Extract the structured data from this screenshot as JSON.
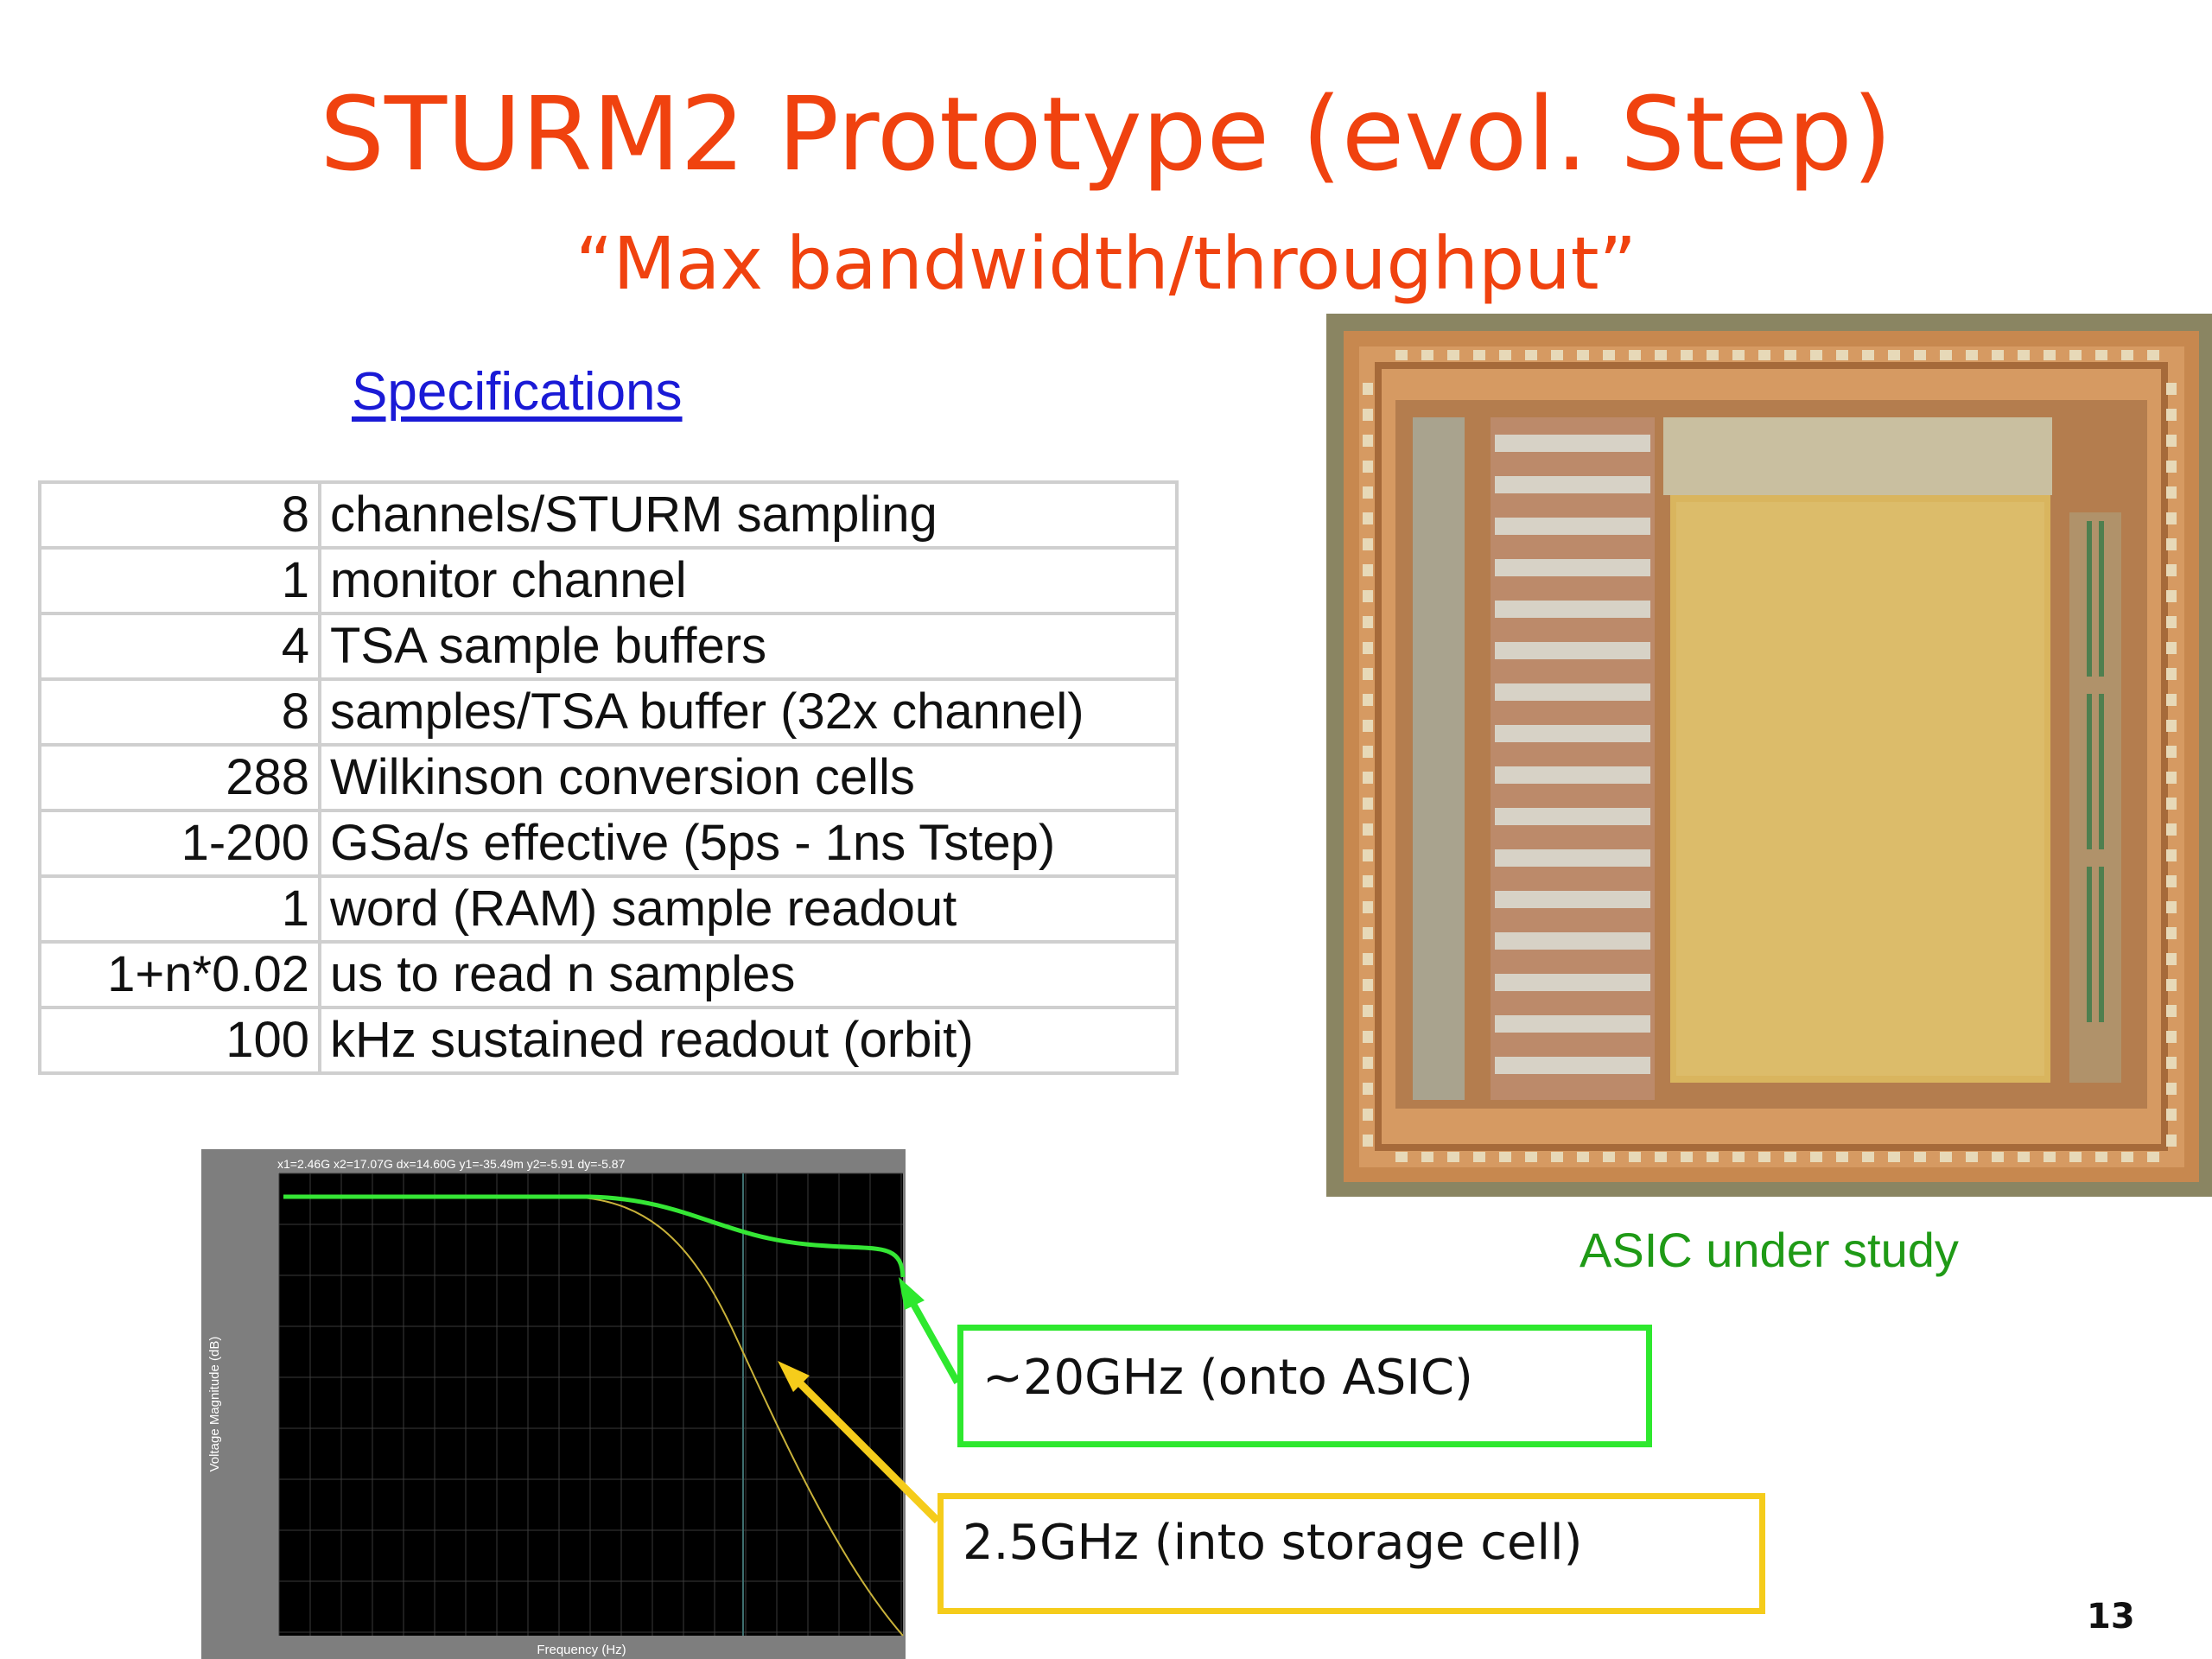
{
  "title": "STURM2 Prototype (evol. Step)",
  "subtitle": "“Max bandwidth/throughput”",
  "specifications_link": "Specifications",
  "spec_rows": [
    {
      "value": "8",
      "description": "channels/STURM sampling"
    },
    {
      "value": "1",
      "description": "monitor channel"
    },
    {
      "value": "4",
      "description": "TSA sample buffers"
    },
    {
      "value": "8",
      "description": "samples/TSA buffer (32x channel)"
    },
    {
      "value": "288",
      "description": "Wilkinson conversion cells"
    },
    {
      "value": "1-200",
      "description": "GSa/s effective (5ps - 1ns Tstep)"
    },
    {
      "value": "1",
      "description": "word (RAM) sample readout"
    },
    {
      "value": "1+n*0.02",
      "description": "us to read n samples"
    },
    {
      "value": "100",
      "description": "kHz sustained readout (orbit)"
    }
  ],
  "asic_caption": "ASIC under study",
  "plot": {
    "header": "x1=2.46G   x2=17.07G   dx=14.60G   y1=-35.49m   y2=-5.91   dy=-5.87",
    "xlabel": "Frequency (Hz)",
    "ylabel": "Voltage Magnitude (dB)"
  },
  "callouts": {
    "green": "~20GHz (onto ASIC)",
    "yellow": "2.5GHz (into storage cell)"
  },
  "page_number": "13",
  "colors": {
    "title": "#f0420f",
    "link": "#1a1ad6",
    "caption": "#1f9a16",
    "green_callout": "#2ee82e",
    "yellow_callout": "#f5cc1b"
  }
}
